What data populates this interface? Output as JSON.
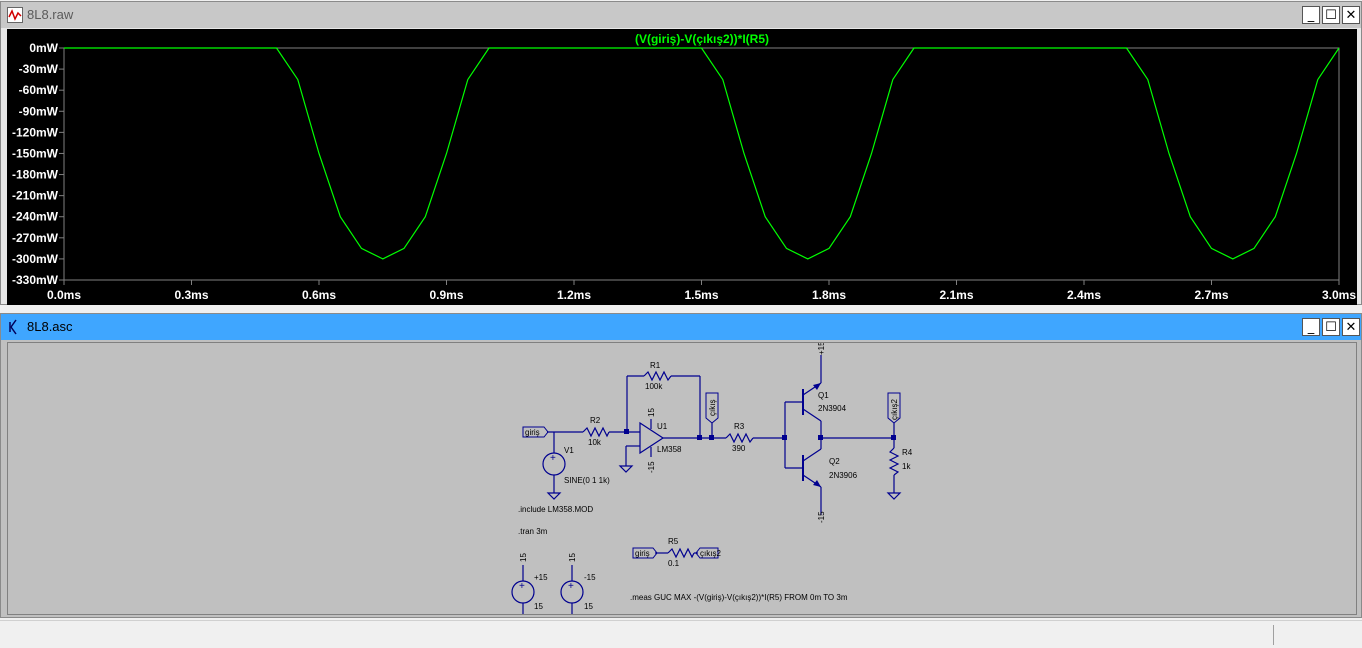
{
  "plot_window": {
    "title": "8L8.raw",
    "trace_label": "(V(giriş)-V(çıkış2))*I(R5)",
    "trace_color": "#00ff00"
  },
  "chart_data": {
    "type": "line",
    "title": "(V(giriş)-V(çıkış2))*I(R5)",
    "xlim": [
      0,
      3.0
    ],
    "ylim": [
      -330,
      0
    ],
    "x_ticks": [
      "0.0ms",
      "0.3ms",
      "0.6ms",
      "0.9ms",
      "1.2ms",
      "1.5ms",
      "1.8ms",
      "2.1ms",
      "2.4ms",
      "2.7ms",
      "3.0ms"
    ],
    "y_ticks": [
      "0mW",
      "-30mW",
      "-60mW",
      "-90mW",
      "-120mW",
      "-150mW",
      "-180mW",
      "-210mW",
      "-240mW",
      "-270mW",
      "-300mW",
      "-330mW"
    ],
    "series": [
      {
        "name": "(V(giriş)-V(çıkış2))*I(R5)",
        "x": [
          0.0,
          0.1,
          0.2,
          0.3,
          0.4,
          0.5,
          0.55,
          0.6,
          0.65,
          0.7,
          0.75,
          0.8,
          0.85,
          0.9,
          0.95,
          1.0,
          1.1,
          1.2,
          1.3,
          1.4,
          1.5,
          1.55,
          1.6,
          1.65,
          1.7,
          1.75,
          1.8,
          1.85,
          1.9,
          1.95,
          2.0,
          2.1,
          2.2,
          2.3,
          2.4,
          2.5,
          2.55,
          2.6,
          2.65,
          2.7,
          2.75,
          2.8,
          2.85,
          2.9,
          2.95,
          3.0
        ],
        "y": [
          0,
          0,
          0,
          0,
          0,
          0,
          -45,
          -150,
          -240,
          -285,
          -300,
          -285,
          -240,
          -150,
          -45,
          0,
          0,
          0,
          0,
          0,
          0,
          -45,
          -150,
          -240,
          -285,
          -300,
          -285,
          -240,
          -150,
          -45,
          0,
          0,
          0,
          0,
          0,
          0,
          -45,
          -150,
          -240,
          -285,
          -300,
          -285,
          -240,
          -150,
          -45,
          0
        ]
      }
    ]
  },
  "schematic_window": {
    "title": "8L8.asc",
    "labels": {
      "r1_name": "R1",
      "r1_val": "100k",
      "r2_name": "R2",
      "r2_val": "10k",
      "r3_name": "R3",
      "r3_val": "390",
      "r4_name": "R4",
      "r4_val": "1k",
      "r5_name": "R5",
      "r5_val": "0.1",
      "u1_name": "U1",
      "u1_model": "LM358",
      "u1_vp": "15",
      "u1_vn": "-15",
      "q1_name": "Q1",
      "q1_model": "2N3904",
      "q2_name": "Q2",
      "q2_model": "2N3906",
      "q1_vcc": "+15",
      "q2_vee": "-15",
      "v1_name": "V1",
      "v1_val": "SINE(0 1 1k)",
      "vp_net": "+15",
      "vp_val": "15",
      "vn_net": "-15",
      "vn_val": "15",
      "vp_top": "15",
      "vn_top": "15",
      "plus_sign": "+",
      "flag_giris_in": "giriş",
      "flag_cikis_opamp": "çıkış",
      "flag_cikis2_out": "çıkış2",
      "flag_giris_r5": "giriş",
      "flag_cikis2_r5": "çıkış2",
      "include_directive": ".include LM358.MOD",
      "tran_directive": ".tran 3m",
      "meas_directive": ".meas GUC MAX -(V(giriş)-V(çıkış2))*I(R5) FROM 0m TO 3m"
    }
  },
  "window_controls": {
    "minimize": "_",
    "maximize": "☐",
    "close": "✕"
  }
}
